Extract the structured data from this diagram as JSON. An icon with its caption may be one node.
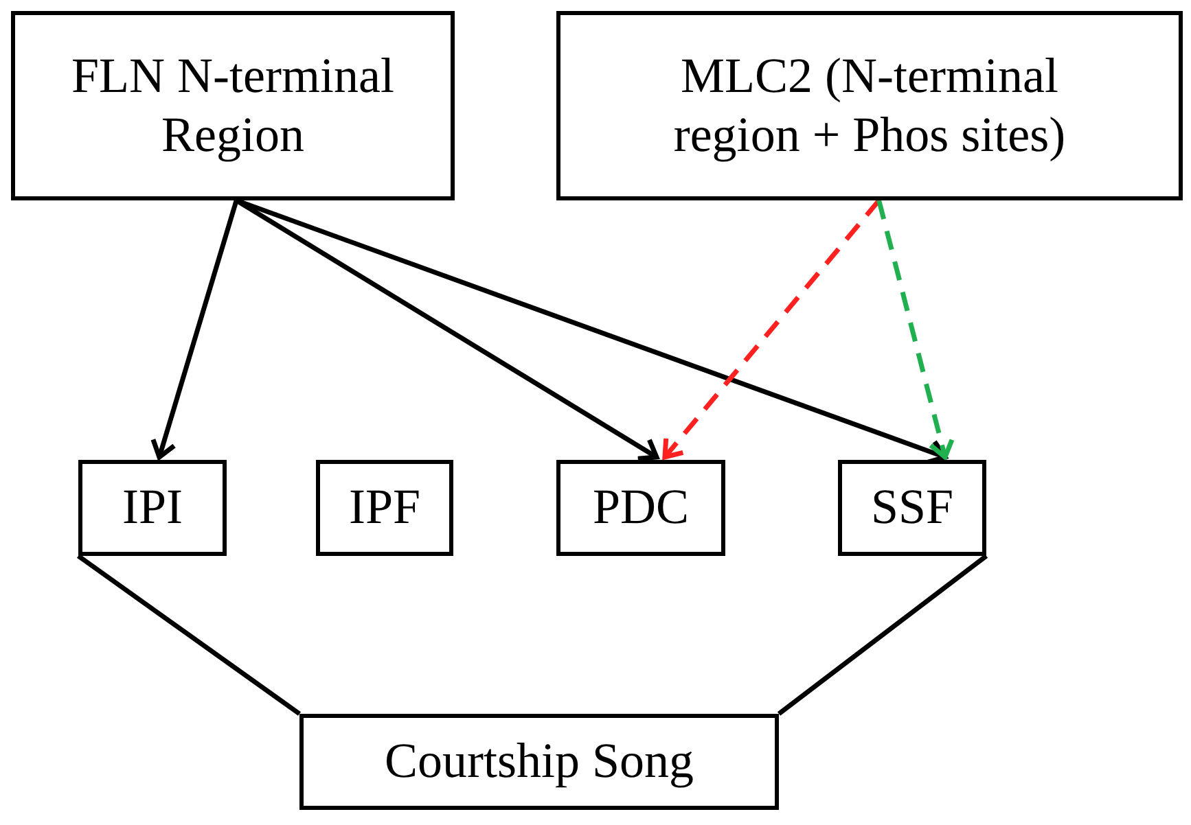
{
  "diagram": {
    "nodes": [
      {
        "text": [
          "FLN N-terminal Region"
        ]
      },
      {
        "text": [
          "MLC2 (N-terminal region + Phos sites)"
        ]
      },
      {
        "text": [
          "IPI"
        ]
      },
      {
        "text": [
          "IPF"
        ]
      },
      {
        "text": [
          "PDC"
        ]
      },
      {
        "text": [
          "SSF"
        ]
      },
      {
        "text": [
          "Courtship Song"
        ]
      }
    ],
    "edges": [
      {
        "from": 0,
        "to": 2,
        "arrow": "to"
      },
      {
        "from": 0,
        "to": 4,
        "arrow": "to"
      },
      {
        "from": 0,
        "to": 5,
        "arrow": "to"
      },
      {
        "from": 1,
        "to": 4,
        "arrow": "to",
        "style": "dashed",
        "color": "#ff2020"
      },
      {
        "from": 1,
        "to": 5,
        "arrow": "to",
        "style": "dashed",
        "color": "#20b050"
      },
      {
        "from": 2,
        "to": 6,
        "arrow": "none"
      },
      {
        "from": 5,
        "to": 6,
        "arrow": "none"
      }
    ]
  }
}
